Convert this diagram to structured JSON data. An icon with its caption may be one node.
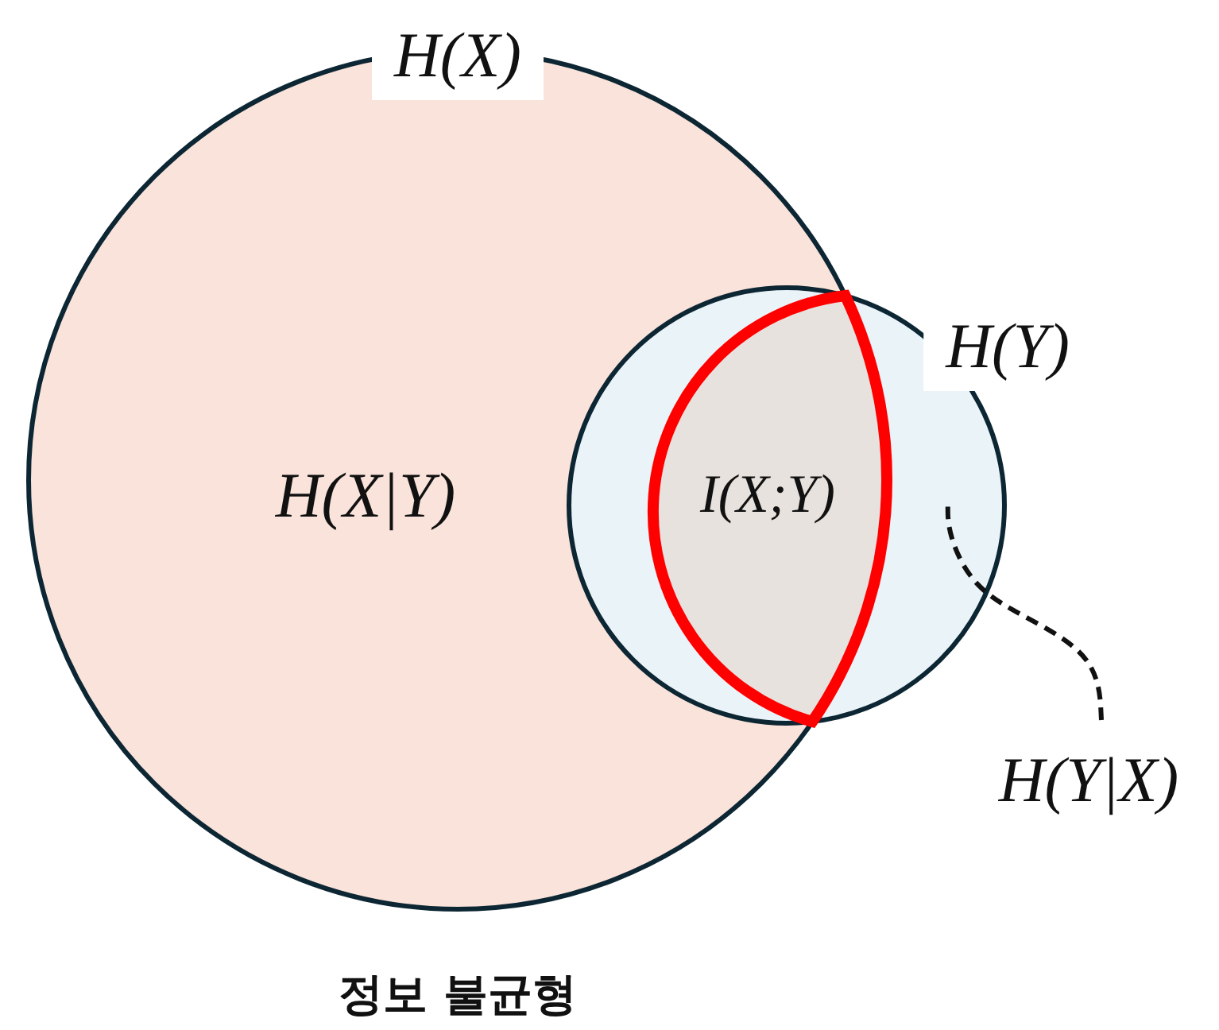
{
  "diagram": {
    "caption": "정보 불균형",
    "nodes": [
      {
        "text": [
          "H(X)",
          "H(X|Y)"
        ]
      },
      {
        "text": [
          "H(Y)"
        ]
      },
      {
        "text": [
          "I(X;Y)"
        ]
      },
      {
        "text": [
          "H(Y|X)"
        ]
      }
    ],
    "edges": [
      {
        "from": 3,
        "to": 1,
        "arrow": "none",
        "style": "dashed"
      }
    ]
  }
}
